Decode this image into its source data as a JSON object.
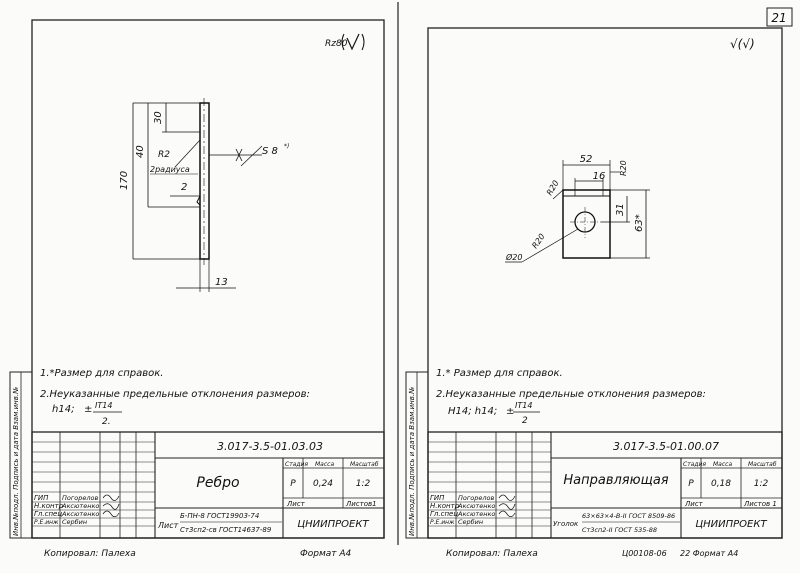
{
  "page": {
    "sheet_number": "21"
  },
  "left": {
    "roughness": "Rz80",
    "dims": {
      "d30": "30",
      "d40": "40",
      "d170": "170",
      "d13": "13",
      "d2": "2",
      "r2": "R2",
      "r2_note": "2радиуса",
      "thickness": "S 8",
      "thickness_note": "*)"
    },
    "notes": {
      "n1": "1.*Размер для справок.",
      "n2": "2.Неуказанные предельные отклонения размеров:",
      "tol_left": "h14;",
      "tol_pm": "±",
      "tol_num": "IT14",
      "tol_den": "2."
    },
    "side_strip": "Инв.№подл.  Подпись и дата  Взам.инв.№",
    "title_block": {
      "doc_code": "3.017-3.5-01.03.03",
      "part_name": "Ребро",
      "stage_hdr": "Стадия",
      "mass_hdr": "Масса",
      "scale_hdr": "Масштаб",
      "stage": "Р",
      "mass": "0,24",
      "scale": "1:2",
      "sheet_lbl": "Лист",
      "sheets_lbl": "Листов1",
      "material_1": "Б-ПН-8 ГОСТ19903-74",
      "material_2": "Ст3сп2-св ГОСТ14637-89",
      "material_pre": "Лист",
      "org": "ЦНИИПРОЕКТ",
      "roles": [
        "ГИП",
        "Н.контр",
        "Гл.спец",
        "Р.Е.инж"
      ],
      "names": [
        "Погорелов",
        "Аксютенко",
        "Аксютенко",
        "Сербин"
      ]
    },
    "copy": "Копировал: Палеха",
    "format": "Формат А4"
  },
  "right": {
    "roughness": "√(√)",
    "dims": {
      "w52": "52",
      "w16": "16",
      "r20_top": "R20",
      "r20_a": "R20",
      "r20_b": "R20",
      "h31": "31",
      "h63": "63*",
      "dia": "Ø20"
    },
    "notes": {
      "n1": "1.* Размер для справок.",
      "n2": "2.Неуказанные предельные отклонения размеров:",
      "tol_left": "H14; h14;",
      "tol_pm": "±",
      "tol_num": "IT14",
      "tol_den": "2"
    },
    "side_strip": "Инв.№подл.  Подпись и дата  Взам.инв.№",
    "title_block": {
      "doc_code": "3.017-3.5-01.00.07",
      "part_name": "Направляющая",
      "stage_hdr": "Стадия",
      "mass_hdr": "Масса",
      "scale_hdr": "Масштаб",
      "stage": "Р",
      "mass": "0,18",
      "scale": "1:2",
      "sheet_lbl": "Лист",
      "sheets_lbl": "Листов 1",
      "material_pre": "Уголок",
      "material_1": "63×63×4-В-II ГОСТ 8509-86",
      "material_2": "Ст3сп2-II ГОСТ 535-88",
      "org": "ЦНИИПРОЕКТ",
      "roles": [
        "ГИП",
        "Н.контр",
        "Гл.спец",
        "Р.Е.инж"
      ],
      "names": [
        "Погорелов",
        "Аксютенко",
        "Аксютенко",
        "Сербин"
      ]
    },
    "copy": "Копировал: Палеха",
    "extra": "Ц00108-06",
    "format": "22 Формат А4"
  }
}
